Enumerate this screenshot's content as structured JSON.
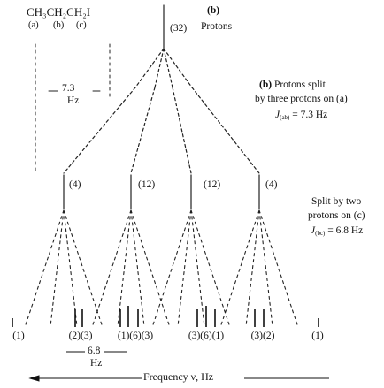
{
  "formula": {
    "text": "CH₃CH₂CH₂I",
    "atoms": [
      "(a)",
      "(b)",
      "(c)"
    ]
  },
  "top": {
    "count": "(32)",
    "letter": "(b)",
    "word": "Protons"
  },
  "stage1": {
    "spacing": "7.3",
    "unit": "Hz",
    "lead_letter": "(b)",
    "lead_rest": "Protons split",
    "line2": "by three protons on (a)",
    "j_symbol": "J",
    "j_sub": "(ab)",
    "j_value": "= 7.3 Hz"
  },
  "stage2": {
    "counts": [
      "(4)",
      "(12)",
      "(12)",
      "(4)"
    ],
    "line1": "Split by two",
    "line2": "protons on (c)",
    "j_symbol": "J",
    "j_sub": "(bc)",
    "j_value": "= 6.8 Hz"
  },
  "bottom_labels": [
    "(1)",
    "(2)(3)",
    "(1)(6)(3)",
    "(3)(6)(1)",
    "(3)(2)",
    "(1)"
  ],
  "bottom_spacing": {
    "value": "6.8",
    "unit": "Hz"
  },
  "axis_label": "Frequency ν, Hz"
}
